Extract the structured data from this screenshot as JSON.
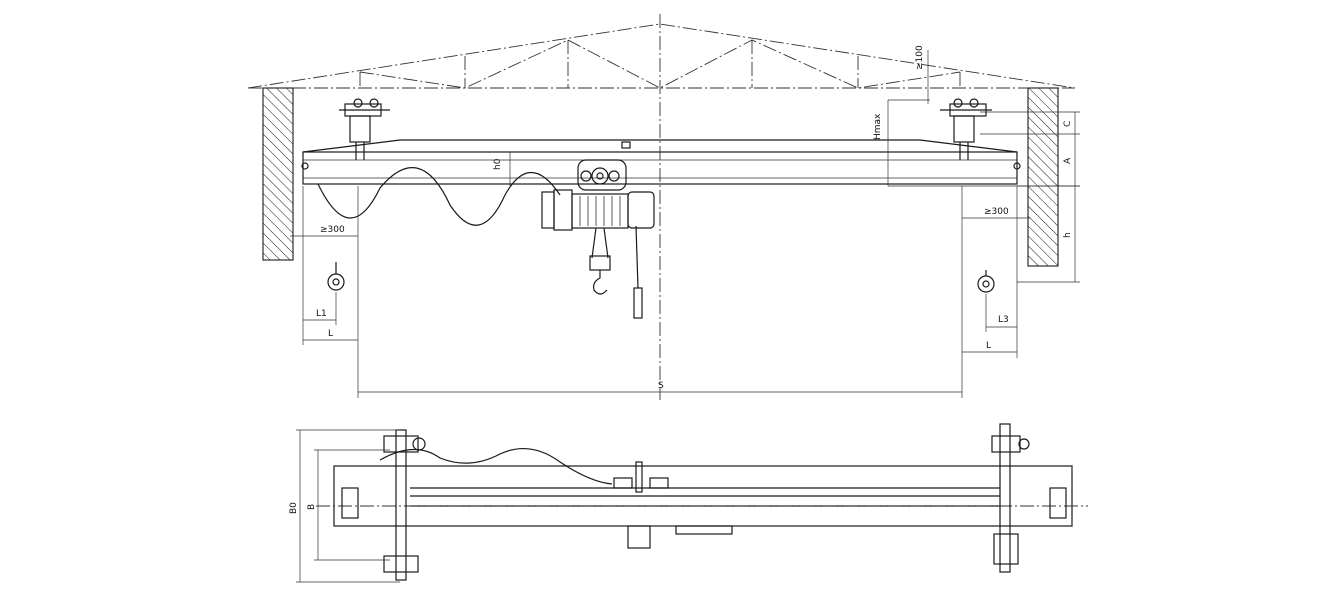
{
  "labels": {
    "h0": "h0",
    "hmax": "Hmax",
    "c": "C",
    "a": "A",
    "h": "h",
    "l1": "L1",
    "l_left": "L",
    "l_right": "L",
    "l3": "L3",
    "s": "S",
    "clear_left": "≥300",
    "clear_right": "≥300",
    "clear_top": "≥100",
    "b0": "B0",
    "b": "B"
  }
}
